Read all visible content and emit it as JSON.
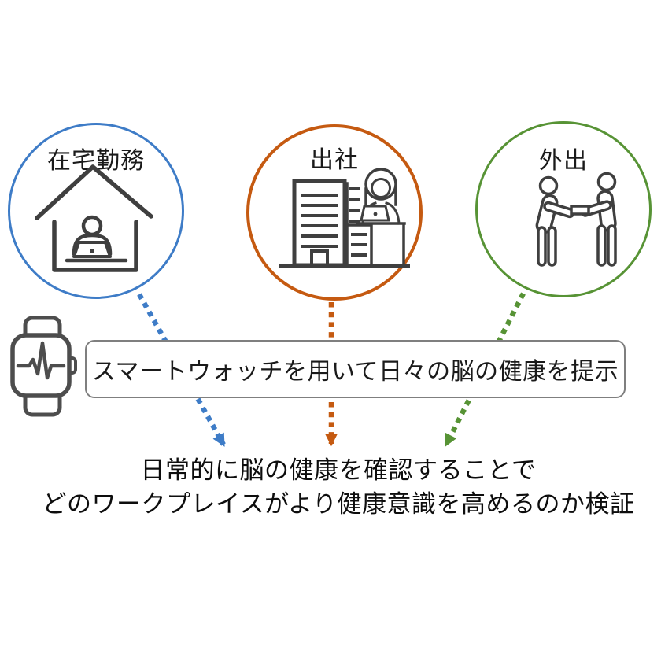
{
  "background": "#FFFFFF",
  "text_color": "#111111",
  "icon_stroke_color": "#3F3F3F",
  "workplaces": [
    {
      "id": "remote-work",
      "label": "在宅勤務",
      "border_color": "#3E7CC7",
      "icon": "house-remote-worker-icon"
    },
    {
      "id": "office",
      "label": "出社",
      "border_color": "#C55A11",
      "icon": "office-building-worker-icon"
    },
    {
      "id": "going-out",
      "label": "外出",
      "border_color": "#579335",
      "icon": "business-card-exchange-icon"
    }
  ],
  "smartwatch_banner": {
    "text": "スマートウォッチを用いて日々の脳の健康を提示",
    "border_color": "#7F7F7F",
    "icon": "smartwatch-heartbeat-icon"
  },
  "arrows": [
    {
      "from": "在宅勤務",
      "to": "conclusion",
      "color": "#3E7CC7",
      "style": "dotted"
    },
    {
      "from": "出社",
      "to": "conclusion",
      "color": "#C55A11",
      "style": "dotted"
    },
    {
      "from": "外出",
      "to": "conclusion",
      "color": "#579335",
      "style": "dotted"
    }
  ],
  "conclusion": {
    "line1": "日常的に脳の健康を確認することで",
    "line2": "どのワークプレイスがより健康意識を高めるのか検証"
  }
}
